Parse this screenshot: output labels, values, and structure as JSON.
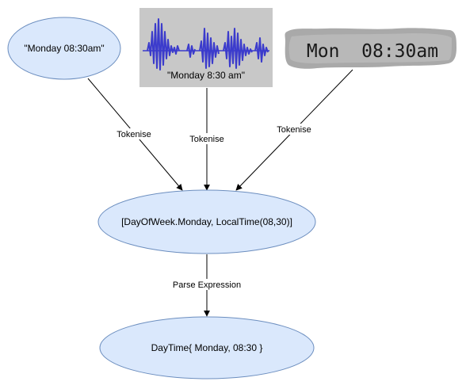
{
  "colors": {
    "node_fill": "#dae8fc",
    "node_stroke": "#6c8ebf",
    "edge": "#000000",
    "waveform": "#3b3bcc",
    "audio_panel": "#c8c8c8",
    "hand_panel": "#a9a9a9"
  },
  "nodes": {
    "text_input": "\"Monday 08:30am\"",
    "audio_input": "\"Monday 8:30 am\"",
    "handwriting_input": "Mon  08:30am",
    "tokens": "[DayOfWeek.Monday, LocalTime(08,30)]",
    "result": "DayTime{ Monday, 08:30 }"
  },
  "edges": {
    "tokenise_text": "Tokenise",
    "tokenise_audio": "Tokenise",
    "tokenise_hand": "Tokenise",
    "parse": "Parse Expression"
  },
  "icons": {
    "audio": "audio-waveform-icon",
    "handwriting": "handwriting-image"
  }
}
